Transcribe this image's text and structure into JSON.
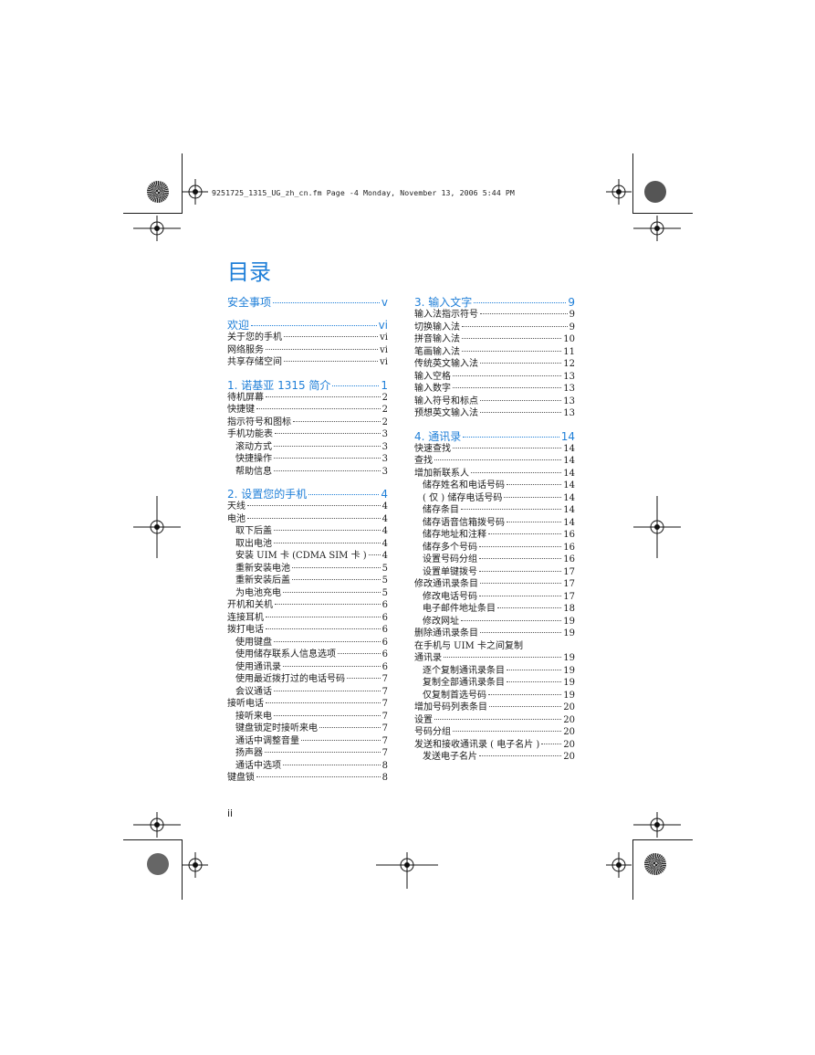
{
  "print_header": "9251725_1315_UG_zh_cn.fm  Page -4  Monday, November 13, 2006  5:44 PM",
  "title": "目录",
  "folio": "ii",
  "left_column": [
    {
      "type": "sec",
      "label": "安全事项",
      "page": "v"
    },
    {
      "type": "sec",
      "label": "欢迎",
      "page": "vi"
    },
    {
      "type": "row",
      "label": "关于您的手机",
      "page": "vi"
    },
    {
      "type": "row",
      "label": "网络服务",
      "page": "vi"
    },
    {
      "type": "row",
      "label": "共享存储空间",
      "page": "vi"
    },
    {
      "type": "sec",
      "label": "1. 诺基亚 1315 简介",
      "page": "1"
    },
    {
      "type": "row",
      "label": "待机屏幕",
      "page": "2"
    },
    {
      "type": "row",
      "label": "快捷键",
      "page": "2"
    },
    {
      "type": "row",
      "label": "指示符号和图标",
      "page": "2"
    },
    {
      "type": "row",
      "label": "手机功能表",
      "page": "3"
    },
    {
      "type": "sub",
      "label": "滚动方式",
      "page": "3"
    },
    {
      "type": "sub",
      "label": "快捷操作",
      "page": "3"
    },
    {
      "type": "sub",
      "label": "帮助信息",
      "page": "3"
    },
    {
      "type": "sec",
      "label": "2. 设置您的手机",
      "page": "4"
    },
    {
      "type": "row",
      "label": "天线",
      "page": "4"
    },
    {
      "type": "row",
      "label": "电池",
      "page": "4"
    },
    {
      "type": "sub",
      "label": "取下后盖",
      "page": "4"
    },
    {
      "type": "sub",
      "label": "取出电池",
      "page": "4"
    },
    {
      "type": "sub",
      "label": "安装 UIM 卡 (CDMA SIM 卡 )",
      "page": "4"
    },
    {
      "type": "sub",
      "label": "重新安装电池",
      "page": "5"
    },
    {
      "type": "sub",
      "label": "重新安装后盖",
      "page": "5"
    },
    {
      "type": "sub",
      "label": "为电池充电",
      "page": "5"
    },
    {
      "type": "row",
      "label": "开机和关机",
      "page": "6"
    },
    {
      "type": "row",
      "label": "连接耳机",
      "page": "6"
    },
    {
      "type": "row",
      "label": "拨打电话",
      "page": "6"
    },
    {
      "type": "sub",
      "label": "使用键盘",
      "page": "6"
    },
    {
      "type": "sub",
      "label": "使用储存联系人信息选项",
      "page": "6"
    },
    {
      "type": "sub",
      "label": "使用通讯录",
      "page": "6"
    },
    {
      "type": "sub",
      "label": "使用最近拨打过的电话号码",
      "page": "7"
    },
    {
      "type": "sub",
      "label": "会议通话",
      "page": "7"
    },
    {
      "type": "row",
      "label": "接听电话",
      "page": "7"
    },
    {
      "type": "sub",
      "label": "接听来电",
      "page": "7"
    },
    {
      "type": "sub",
      "label": "键盘锁定时接听来电",
      "page": "7"
    },
    {
      "type": "sub",
      "label": "通话中调整音量",
      "page": "7"
    },
    {
      "type": "sub",
      "label": "扬声器",
      "page": "7"
    },
    {
      "type": "sub",
      "label": "通话中选项",
      "page": "8"
    },
    {
      "type": "row",
      "label": "键盘锁",
      "page": "8"
    }
  ],
  "right_column": [
    {
      "type": "sec",
      "label": "3. 输入文字",
      "page": "9"
    },
    {
      "type": "row",
      "label": "输入法指示符号",
      "page": "9"
    },
    {
      "type": "row",
      "label": "切换输入法",
      "page": "9"
    },
    {
      "type": "row",
      "label": "拼音输入法",
      "page": "10"
    },
    {
      "type": "row",
      "label": "笔画输入法",
      "page": "11"
    },
    {
      "type": "row",
      "label": "传统英文输入法",
      "page": "12"
    },
    {
      "type": "row",
      "label": "输入空格",
      "page": "13"
    },
    {
      "type": "row",
      "label": "输入数字",
      "page": "13"
    },
    {
      "type": "row",
      "label": "输入符号和标点",
      "page": "13"
    },
    {
      "type": "row",
      "label": "预想英文输入法",
      "page": "13"
    },
    {
      "type": "sec",
      "label": "4. 通讯录",
      "page": "14"
    },
    {
      "type": "row",
      "label": "快速查找",
      "page": "14"
    },
    {
      "type": "row",
      "label": "查找",
      "page": "14"
    },
    {
      "type": "row",
      "label": "增加新联系人",
      "page": "14"
    },
    {
      "type": "sub",
      "label": "储存姓名和电话号码",
      "page": "14"
    },
    {
      "type": "sub",
      "label": "( 仅 ) 储存电话号码",
      "page": "14"
    },
    {
      "type": "sub",
      "label": "储存条目",
      "page": "14"
    },
    {
      "type": "sub",
      "label": "储存语音信箱拨号码",
      "page": "14"
    },
    {
      "type": "sub",
      "label": "储存地址和注释",
      "page": "16"
    },
    {
      "type": "sub",
      "label": "储存多个号码",
      "page": "16"
    },
    {
      "type": "sub",
      "label": "设置号码分组",
      "page": "16"
    },
    {
      "type": "sub",
      "label": "设置单键拨号",
      "page": "17"
    },
    {
      "type": "row",
      "label": "修改通讯录条目",
      "page": "17"
    },
    {
      "type": "sub",
      "label": "修改电话号码",
      "page": "17"
    },
    {
      "type": "sub",
      "label": "电子邮件地址条目",
      "page": "18"
    },
    {
      "type": "sub",
      "label": "修改网址",
      "page": "19"
    },
    {
      "type": "row",
      "label": "删除通讯录条目",
      "page": "19"
    },
    {
      "type": "plain",
      "label": "在手机与 UIM 卡之间复制",
      "page": ""
    },
    {
      "type": "row",
      "label": "通讯录",
      "page": "19"
    },
    {
      "type": "sub",
      "label": "逐个复制通讯录条目",
      "page": "19"
    },
    {
      "type": "sub",
      "label": "复制全部通讯录条目",
      "page": "19"
    },
    {
      "type": "sub",
      "label": "仅复制首选号码",
      "page": "19"
    },
    {
      "type": "row",
      "label": "增加号码列表条目",
      "page": "20"
    },
    {
      "type": "row",
      "label": "设置",
      "page": "20"
    },
    {
      "type": "row",
      "label": "号码分组",
      "page": "20"
    },
    {
      "type": "row",
      "label": "发送和接收通讯录 ( 电子名片 )",
      "page": "20"
    },
    {
      "type": "sub",
      "label": "发送电子名片",
      "page": "20"
    }
  ]
}
